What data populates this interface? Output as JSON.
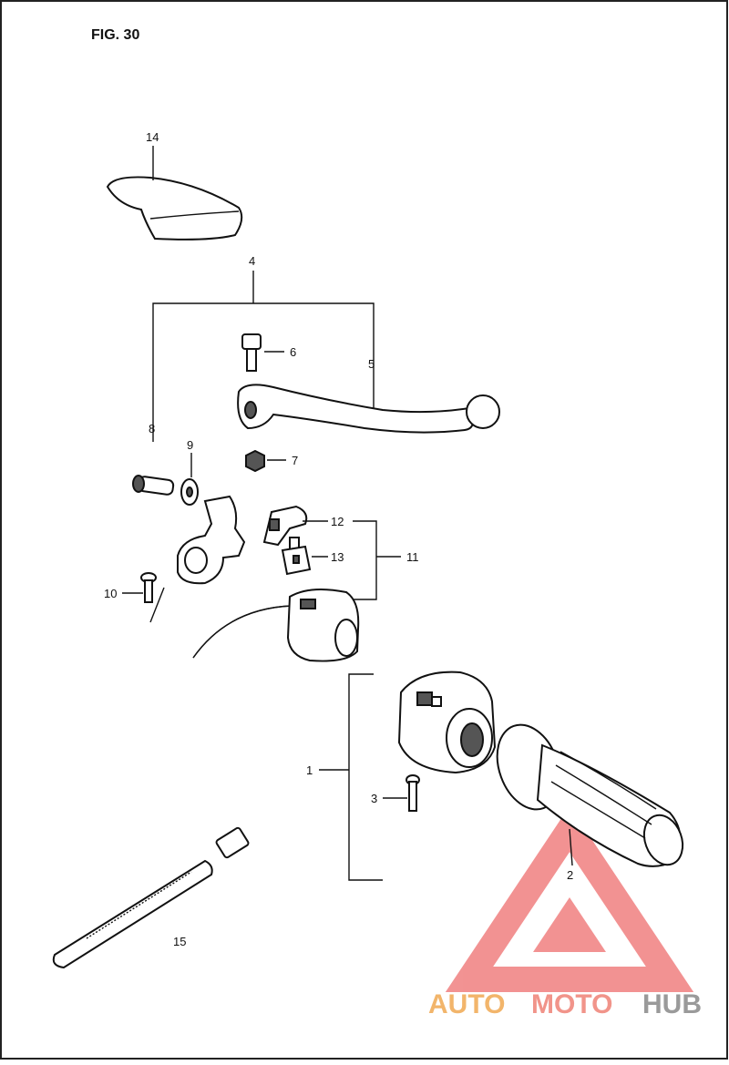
{
  "figure": {
    "label": "FIG. 30"
  },
  "callouts": [
    {
      "id": "14",
      "text": "14"
    },
    {
      "id": "4",
      "text": "4"
    },
    {
      "id": "5",
      "text": "5"
    },
    {
      "id": "6",
      "text": "6"
    },
    {
      "id": "7",
      "text": "7"
    },
    {
      "id": "8",
      "text": "8"
    },
    {
      "id": "9",
      "text": "9"
    },
    {
      "id": "10",
      "text": "10"
    },
    {
      "id": "11",
      "text": "11"
    },
    {
      "id": "12",
      "text": "12"
    },
    {
      "id": "13",
      "text": "13"
    },
    {
      "id": "1",
      "text": "1"
    },
    {
      "id": "2",
      "text": "2"
    },
    {
      "id": "3",
      "text": "3"
    },
    {
      "id": "15",
      "text": "15"
    }
  ],
  "watermark": {
    "part1": "AUTO",
    "part2": "MOTO",
    "part3": "HUB",
    "colors": {
      "auto": "#f2b56b",
      "moto": "#f1948a",
      "hub": "#9a9a9a",
      "logo": "#f08080"
    }
  }
}
